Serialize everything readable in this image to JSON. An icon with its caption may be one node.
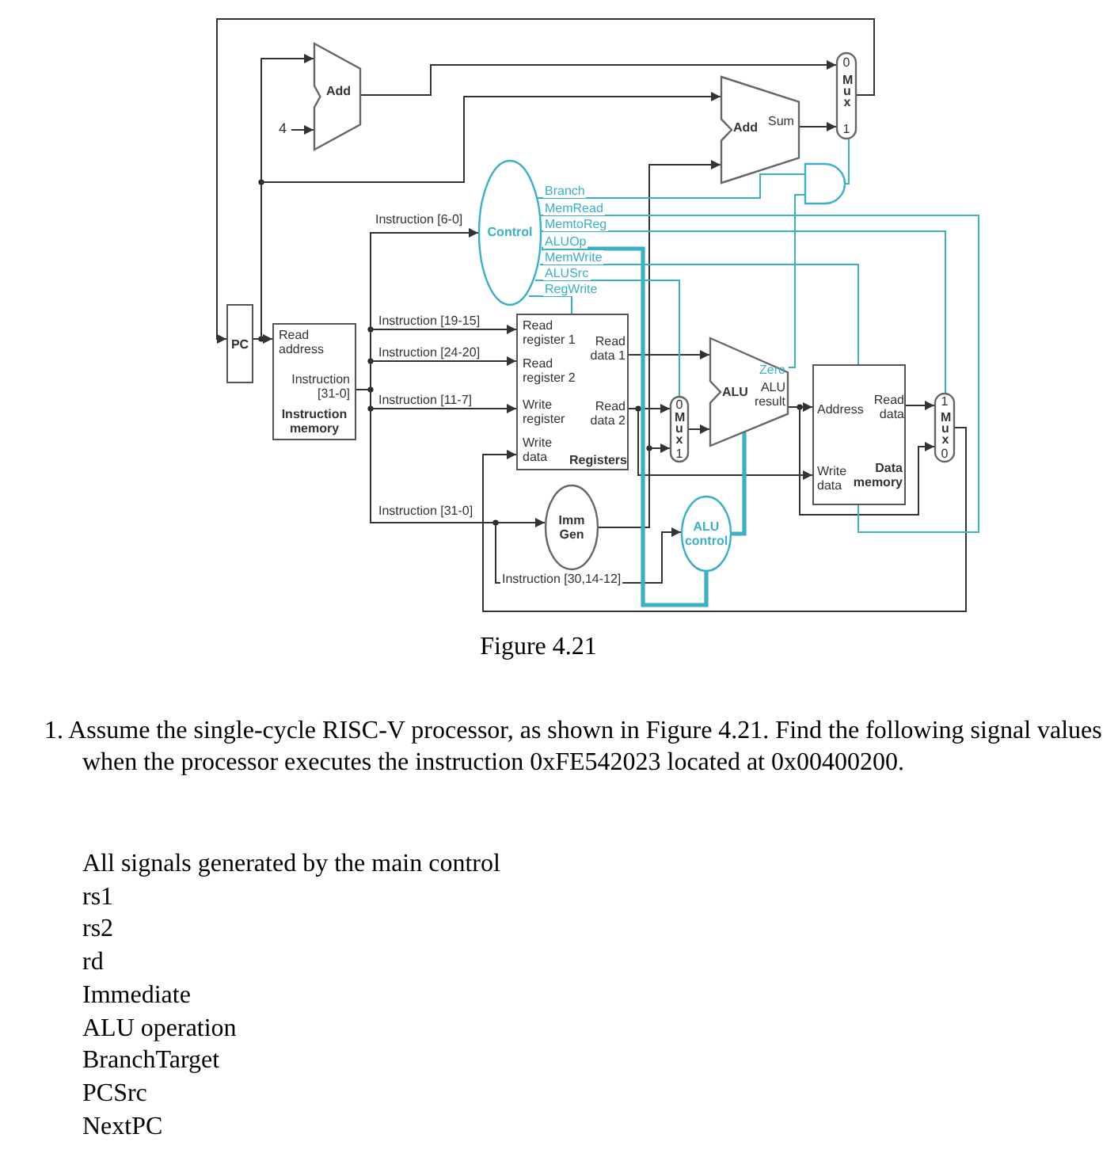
{
  "diagram": {
    "caption": "Figure 4.21",
    "nodes": [
      {
        "text": [
          "Add"
        ]
      },
      {
        "text": [
          "PC"
        ]
      },
      {
        "text": [
          "Add",
          "Sum"
        ]
      },
      {
        "text": [
          "0",
          "Mux",
          "1"
        ]
      },
      {
        "text": [],
        "shape": "gate"
      },
      {
        "text": [
          "Control"
        ]
      },
      {
        "text": [
          "Read address",
          "Instruction [31-0]",
          "Instruction memory"
        ]
      },
      {
        "text": [
          "Read register 1",
          "Read register 2",
          "Write register",
          "Write data",
          "Read data 1",
          "Read data 2",
          "Registers"
        ]
      },
      {
        "text": [
          "0",
          "Mux",
          "1"
        ]
      },
      {
        "text": [
          "ALU",
          "Zero",
          "ALU result"
        ]
      },
      {
        "text": [
          "Address",
          "Read data",
          "Write data",
          "Data memory"
        ]
      },
      {
        "text": [
          "1",
          "Mux",
          "0"
        ]
      },
      {
        "text": [
          "Imm Gen"
        ]
      },
      {
        "text": [
          "ALU control"
        ]
      },
      {
        "text": [
          "4"
        ]
      }
    ],
    "edges": [
      {
        "from": 1,
        "to": 0,
        "arrow": "to"
      },
      {
        "from": 14,
        "to": 0,
        "arrow": "to"
      },
      {
        "from": 0,
        "to": 3,
        "arrow": "to"
      },
      {
        "from": 3,
        "to": 1,
        "arrow": "to"
      },
      {
        "from": 1,
        "to": 6,
        "arrow": "to"
      },
      {
        "from": 1,
        "to": 2,
        "arrow": "to"
      },
      {
        "from": 2,
        "to": 3,
        "arrow": "to"
      },
      {
        "from": 4,
        "to": 3,
        "arrow": "none",
        "color": "#3ab0c8"
      },
      {
        "from": 6,
        "to": 5,
        "arrow": "to",
        "label": "Instruction [6-0]"
      },
      {
        "from": 6,
        "to": 7,
        "arrow": "to",
        "label": "Instruction [19-15]"
      },
      {
        "from": 6,
        "to": 7,
        "arrow": "to",
        "label": "Instruction [24-20]"
      },
      {
        "from": 6,
        "to": 7,
        "arrow": "to",
        "label": "Instruction [11-7]"
      },
      {
        "from": 6,
        "to": 12,
        "arrow": "to",
        "label": "Instruction [31-0]"
      },
      {
        "from": 6,
        "to": 13,
        "arrow": "to",
        "label": "Instruction [30,14-12]"
      },
      {
        "from": 7,
        "to": 9,
        "arrow": "to"
      },
      {
        "from": 7,
        "to": 8,
        "arrow": "to"
      },
      {
        "from": 7,
        "to": 10,
        "arrow": "to"
      },
      {
        "from": 12,
        "to": 8,
        "arrow": "to"
      },
      {
        "from": 12,
        "to": 2,
        "arrow": "to"
      },
      {
        "from": 8,
        "to": 9,
        "arrow": "to"
      },
      {
        "from": 9,
        "to": 10,
        "arrow": "to"
      },
      {
        "from": 9,
        "to": 11,
        "arrow": "to"
      },
      {
        "from": 10,
        "to": 11,
        "arrow": "to"
      },
      {
        "from": 11,
        "to": 7,
        "arrow": "to"
      },
      {
        "from": 9,
        "to": 4,
        "arrow": "none",
        "color": "#3ab0c8"
      },
      {
        "from": 5,
        "to": 4,
        "arrow": "none",
        "label": "Branch",
        "color": "#3ab0c8"
      },
      {
        "from": 5,
        "to": 10,
        "arrow": "none",
        "label": "MemRead",
        "color": "#3ab0c8"
      },
      {
        "from": 5,
        "to": 11,
        "arrow": "none",
        "label": "MemtoReg",
        "color": "#3ab0c8"
      },
      {
        "from": 5,
        "to": 13,
        "arrow": "none",
        "label": "ALUOp",
        "style": "thick",
        "color": "#3ab0c8"
      },
      {
        "from": 5,
        "to": 10,
        "arrow": "none",
        "label": "MemWrite",
        "color": "#3ab0c8"
      },
      {
        "from": 5,
        "to": 8,
        "arrow": "none",
        "label": "ALUSrc",
        "color": "#3ab0c8"
      },
      {
        "from": 5,
        "to": 7,
        "arrow": "none",
        "label": "RegWrite",
        "color": "#3ab0c8"
      },
      {
        "from": 13,
        "to": 9,
        "arrow": "none",
        "style": "thick",
        "color": "#3ab0c8"
      }
    ],
    "labels": [
      "1. Assume the single-cycle RISC-V processor, as shown in Figure 4.21. Find the following signal values when the processor executes the instruction 0xFE542023 located at 0x00400200.",
      "All signals generated by the main control",
      "rs1",
      "rs2",
      "rd",
      "Immediate",
      "ALU operation",
      "BranchTarget",
      "PCSrc",
      "NextPC"
    ]
  }
}
